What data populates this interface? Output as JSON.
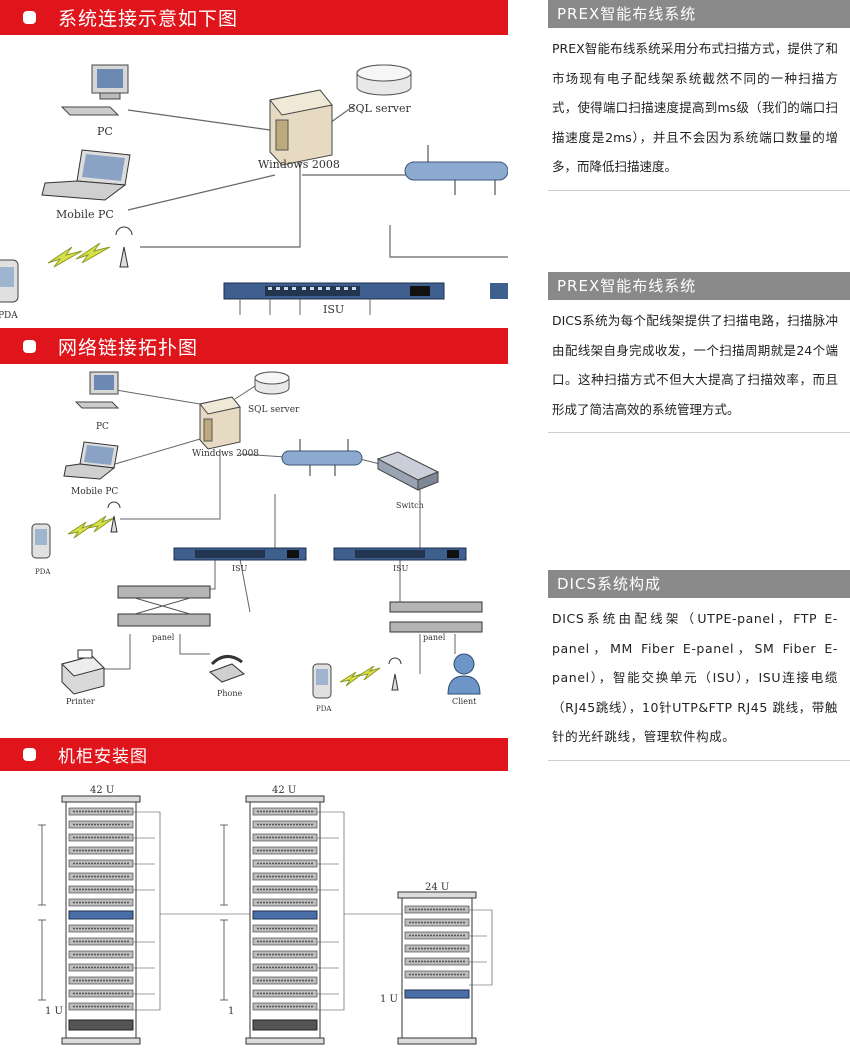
{
  "sections": {
    "s1": "系统连接示意如下图",
    "s2": "网络链接拓扑图",
    "s3": "机柜安装图"
  },
  "diagram1": {
    "pc": "PC",
    "mobile_pc": "Mobile PC",
    "windows": "Windows 2008",
    "sql": "SQL server",
    "isu": "ISU",
    "pda": "PDA"
  },
  "diagram2": {
    "pc": "PC",
    "mobile_pc": "Mobile PC",
    "windows": "Windows 2008",
    "sql": "SQL server",
    "switch": "Switch",
    "isu_left": "ISU",
    "isu_right": "ISU",
    "panel_left": "panel",
    "panel_right": "panel",
    "pda_left": "PDA",
    "printer": "Printer",
    "phone": "Phone",
    "pda_right": "PDA",
    "client": "Client"
  },
  "diagram3": {
    "rack1_top": "42 U",
    "rack1_bottom": "1 U",
    "rack2_top": "42 U",
    "rack2_bottom": "1",
    "rack3_top": "24 U",
    "rack3_bottom": "1 U"
  },
  "panels": [
    {
      "title": "PREX智能布线系统",
      "body": "PREX智能布线系统采用分布式扫描方式，提供了和市场现有电子配线架系统截然不同的一种扫描方式，使得端口扫描速度提高到ms级（我们的端口扫描速度是2ms），并且不会因为系统端口数量的增多，而降低扫描速度。"
    },
    {
      "title": "PREX智能布线系统",
      "body": "DICS系统为每个配线架提供了扫描电路，扫描脉冲由配线架自身完成收发，一个扫描周期就是24个端口。这种扫描方式不但大大提高了扫描效率，而且形成了简洁高效的系统管理方式。"
    },
    {
      "title": "DICS系统构成",
      "body": "DICS系统由配线架（UTPE-panel，FTP E-panel，MM Fiber E-panel，SM Fiber E-panel），智能交换单元（ISU），ISU连接电缆（RJ45跳线），10针UTP&FTP RJ45 跳线，带触针的光纤跳线，管理软件构成。"
    }
  ]
}
